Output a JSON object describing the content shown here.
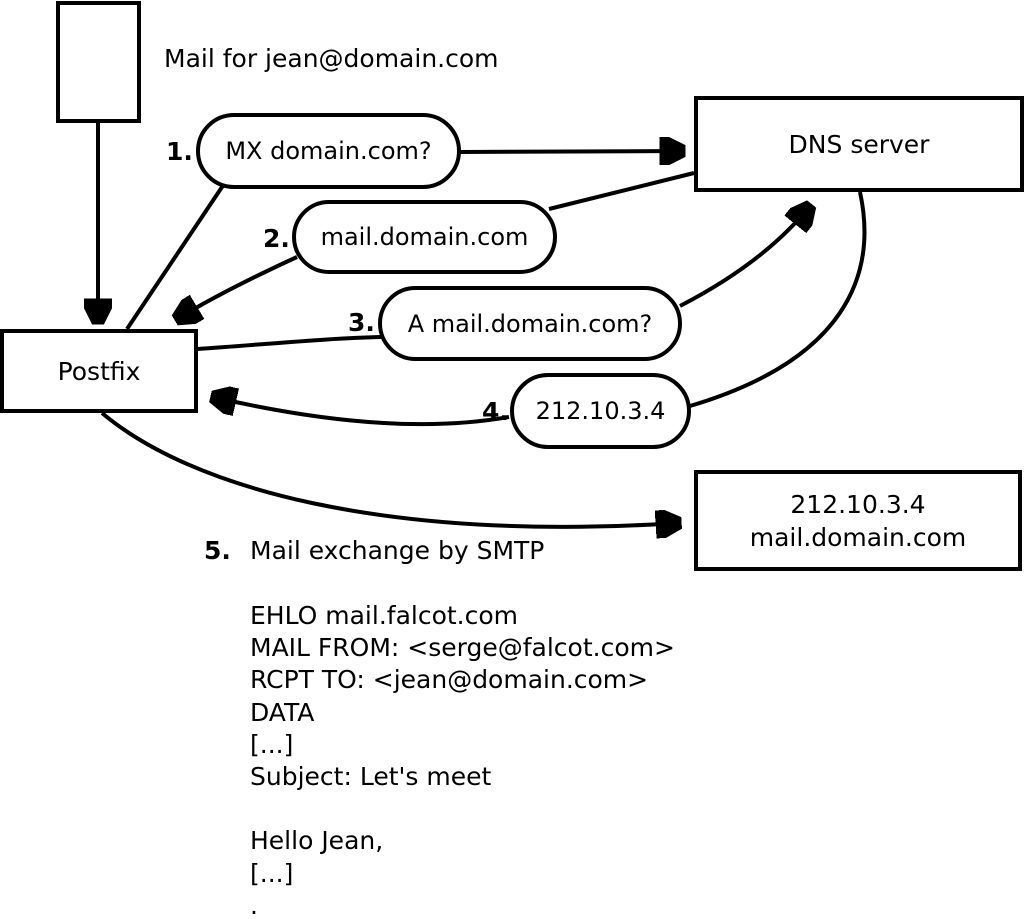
{
  "colors": {
    "ink": "#000000",
    "background": "#ffffff"
  },
  "diagram": {
    "annotation": "Mail for jean@domain.com",
    "nodes": {
      "postfix": {
        "label": "Postfix"
      },
      "dns": {
        "label": "DNS server"
      },
      "mail_server": {
        "line1": "212.10.3.4",
        "line2": "mail.domain.com"
      }
    },
    "steps": [
      {
        "num": "1.",
        "label": "MX domain.com?"
      },
      {
        "num": "2.",
        "label": "mail.domain.com"
      },
      {
        "num": "3.",
        "label": "A mail.domain.com?"
      },
      {
        "num": "4.",
        "label": "212.10.3.4"
      },
      {
        "num": "5.",
        "label": "Mail exchange by SMTP"
      }
    ],
    "smtp_transcript": "EHLO mail.falcot.com\nMAIL FROM: <serge@falcot.com>\nRCPT TO: <jean@domain.com>\nDATA\n[...]\nSubject: Let's meet\n\nHello Jean,\n[...]\n."
  }
}
